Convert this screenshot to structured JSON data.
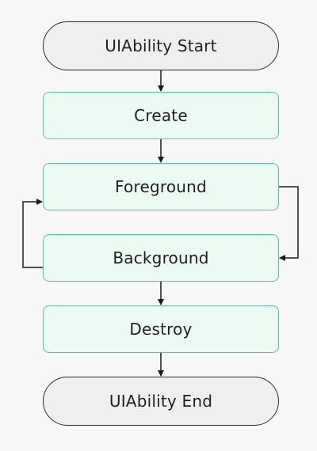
{
  "diagram": {
    "nodes": {
      "start": "UIAbility Start",
      "create": "Create",
      "foreground": "Foreground",
      "background": "Background",
      "destroy": "Destroy",
      "end": "UIAbility End"
    },
    "colors": {
      "background": "#f7f7f7",
      "terminal_fill": "#efefef",
      "terminal_border": "#2b2b2b",
      "state_fill": "#ebfaf3",
      "state_border": "#52c99a",
      "connector": "#1a1a1a",
      "text": "#1f1f1f"
    }
  }
}
